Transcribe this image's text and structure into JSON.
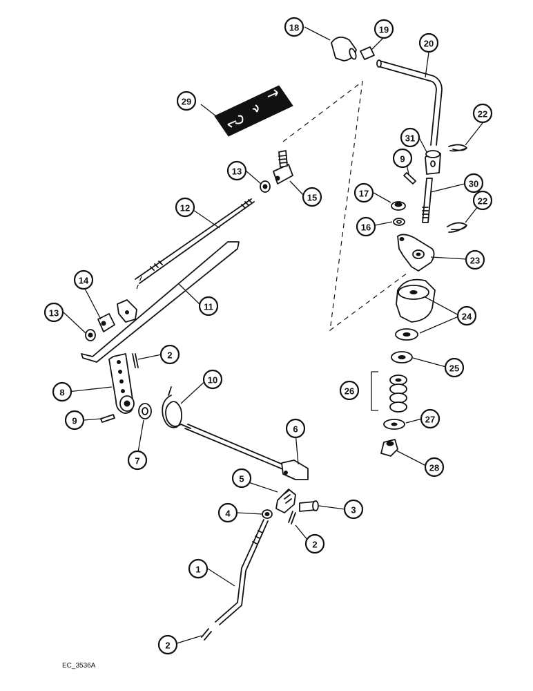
{
  "diagram": {
    "reference_code": "EC_3536A",
    "callouts": [
      {
        "id": "c1",
        "label": "1"
      },
      {
        "id": "c2a",
        "label": "2"
      },
      {
        "id": "c2b",
        "label": "2"
      },
      {
        "id": "c2c",
        "label": "2"
      },
      {
        "id": "c3",
        "label": "3"
      },
      {
        "id": "c4",
        "label": "4"
      },
      {
        "id": "c5",
        "label": "5"
      },
      {
        "id": "c6",
        "label": "6"
      },
      {
        "id": "c7",
        "label": "7"
      },
      {
        "id": "c8",
        "label": "8"
      },
      {
        "id": "c9a",
        "label": "9"
      },
      {
        "id": "c9b",
        "label": "9"
      },
      {
        "id": "c10",
        "label": "10"
      },
      {
        "id": "c11",
        "label": "11"
      },
      {
        "id": "c12",
        "label": "12"
      },
      {
        "id": "c13a",
        "label": "13"
      },
      {
        "id": "c13b",
        "label": "13"
      },
      {
        "id": "c14",
        "label": "14"
      },
      {
        "id": "c15",
        "label": "15"
      },
      {
        "id": "c16",
        "label": "16"
      },
      {
        "id": "c17",
        "label": "17"
      },
      {
        "id": "c18",
        "label": "18"
      },
      {
        "id": "c19",
        "label": "19"
      },
      {
        "id": "c20",
        "label": "20"
      },
      {
        "id": "c22a",
        "label": "22"
      },
      {
        "id": "c22b",
        "label": "22"
      },
      {
        "id": "c23",
        "label": "23"
      },
      {
        "id": "c24",
        "label": "24"
      },
      {
        "id": "c25",
        "label": "25"
      },
      {
        "id": "c26",
        "label": "26"
      },
      {
        "id": "c27",
        "label": "27"
      },
      {
        "id": "c28",
        "label": "28"
      },
      {
        "id": "c29",
        "label": "29"
      },
      {
        "id": "c30",
        "label": "30"
      },
      {
        "id": "c31",
        "label": "31"
      }
    ]
  }
}
